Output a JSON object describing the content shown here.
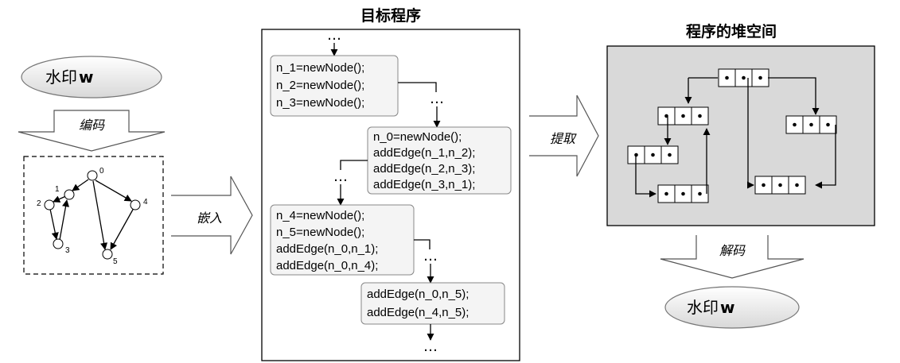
{
  "labels": {
    "watermark_in": "水印",
    "watermark_out": "水印",
    "watermark_symbol": "w",
    "encode": "编码",
    "embed": "嵌入",
    "extract": "提取",
    "decode": "解码",
    "target_program": "目标程序",
    "heap": "程序的堆空间",
    "ellipsis": "…"
  },
  "graph_nodes": [
    "0",
    "1",
    "2",
    "3",
    "4",
    "5"
  ],
  "code_blocks": [
    [
      "n_1=newNode();",
      "n_2=newNode();",
      "n_3=newNode();"
    ],
    [
      "n_0=newNode();",
      "addEdge(n_1,n_2);",
      "addEdge(n_2,n_3);",
      "addEdge(n_3,n_1);"
    ],
    [
      "n_4=newNode();",
      "n_5=newNode();",
      "addEdge(n_0,n_1);",
      "addEdge(n_0,n_4);"
    ],
    [
      "addEdge(n_0,n_5);",
      "addEdge(n_4,n_5);"
    ]
  ],
  "colors": {
    "heap_background": "#d9d9d9",
    "code_block_fill": "#f4f4f4",
    "ellipse_fill": "#ececec"
  }
}
